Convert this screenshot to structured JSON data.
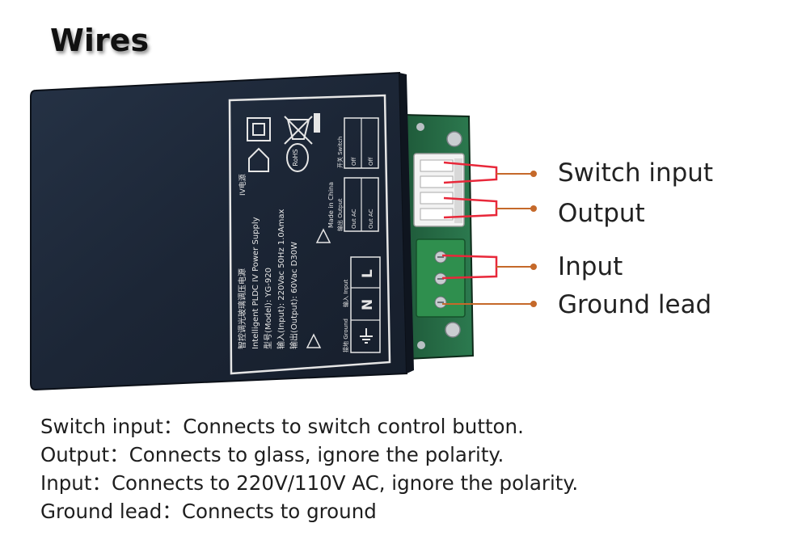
{
  "title": "Wires",
  "accent_colors": {
    "bracket": "#e8283a",
    "leader": "#c5692a",
    "case": "#1f2a3a"
  },
  "callouts": {
    "switch_input": "Switch input",
    "output": "Output",
    "input": "Input",
    "ground": "Ground lead"
  },
  "descriptions": [
    "Switch input：Connects to switch control button.",
    "Output：Connects to glass, ignore the polarity.",
    "Input：Connects to 220V/110V AC, ignore the polarity.",
    "Ground lead：Connects to ground"
  ],
  "label_panel": {
    "name_cn": "智控调光玻璃调压电源",
    "name_en": "Intelligent PLDC IV Power Supply",
    "model": "型号(Model): YG-920",
    "input_rating": "输入(Input): 220Vac 50Hz 1.0Amax",
    "output_rating": "输出(Output): 60Vac  D30W",
    "made_in": "Made in China",
    "rohs": "RoHS",
    "iv": "IV电源",
    "terminal_switch": "开关 Switch",
    "terminal_output": "输出 Output",
    "terminal_input": "输入 Input",
    "terminal_ground": "接地 Ground",
    "off_1": "Off",
    "off_2": "Off",
    "out_ac_1": "Out AC",
    "out_ac_2": "Out AC",
    "l": "L",
    "n": "N"
  }
}
